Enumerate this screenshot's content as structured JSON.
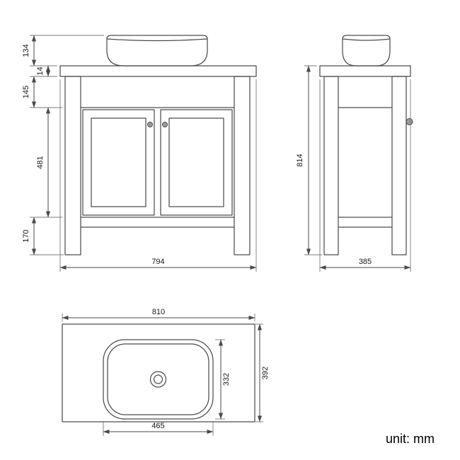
{
  "unit_label": "unit: mm",
  "dimensions": {
    "front": {
      "basin_height": "134",
      "countertop_thickness": "14",
      "apron_height": "145",
      "door_height": "481",
      "leg_clearance": "170",
      "overall_width": "794"
    },
    "side": {
      "overall_height": "814",
      "overall_depth": "385"
    },
    "top": {
      "countertop_width": "810",
      "basin_cutout_width": "465",
      "basin_cutout_depth": "332",
      "countertop_depth": "392"
    }
  }
}
